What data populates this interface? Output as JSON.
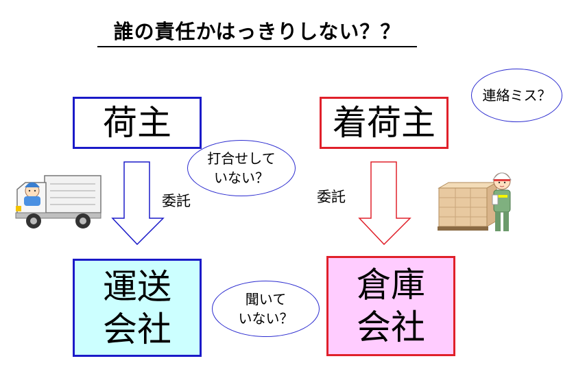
{
  "title": "誰の責任かはっきりしない？？",
  "boxes": {
    "shipper": "荷主",
    "consignee": "着荷主",
    "carrier": "運送\n会社",
    "warehouse": "倉庫\n会社"
  },
  "labels": {
    "consign_left": "委託",
    "consign_right": "委託"
  },
  "bubbles": {
    "no_meeting": "打合せして\nいない？",
    "not_heard": "聞いて\nいない？",
    "miscommunication": "連絡ミス？"
  },
  "colors": {
    "blue_border": "#1a1ac8",
    "red_border": "#e0202a",
    "carrier_fill": "#ccffff",
    "warehouse_fill": "#ffccff"
  },
  "icons": [
    "delivery-truck-icon",
    "warehouse-worker-icon"
  ]
}
